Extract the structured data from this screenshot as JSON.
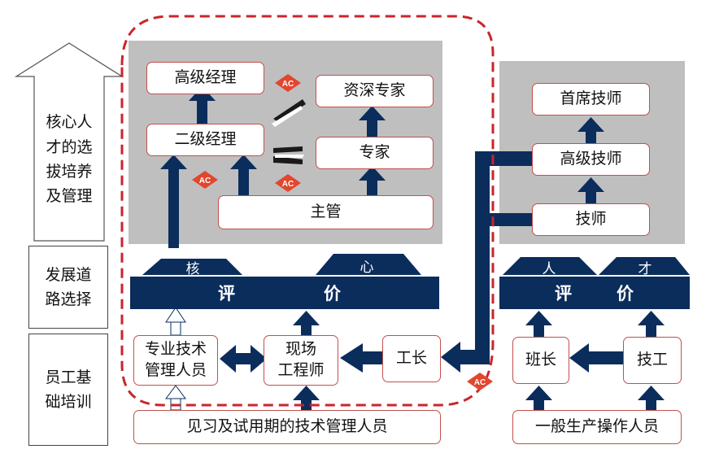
{
  "left_column": {
    "top_label": "核心人\n才的选\n拔培养\n及管理",
    "middle_label": "发展道\n路选择",
    "bottom_label": "员工基\n础培训"
  },
  "management_track": {
    "senior_manager": "高级经理",
    "second_manager": "二级经理",
    "senior_expert": "资深专家",
    "expert": "专家",
    "supervisor": "主管"
  },
  "technical_track": {
    "chief_technician": "首席技师",
    "senior_technician": "高级技师",
    "technician": "技师"
  },
  "evaluation_bars": {
    "left": {
      "char1": "评",
      "char2": "价",
      "arrow1": "核",
      "arrow2": "心"
    },
    "right": {
      "char1": "评",
      "char2": "价",
      "arrow1": "人",
      "arrow2": "才"
    }
  },
  "base_roles": {
    "tech_mgmt_staff": "专业技术\n管理人员",
    "site_engineer": "现场\n工程师",
    "foreman": "工长",
    "team_leader": "班长",
    "skilled_worker": "技工",
    "trainee_staff": "见习及试用期的技术管理人员",
    "production_staff": "一般生产操作人员"
  },
  "ac_badge": "AC",
  "colors": {
    "navy": "#0b2d5c",
    "red": "#c0504d",
    "grey": "#bfbfbf",
    "ac_red": "#e2462d"
  }
}
